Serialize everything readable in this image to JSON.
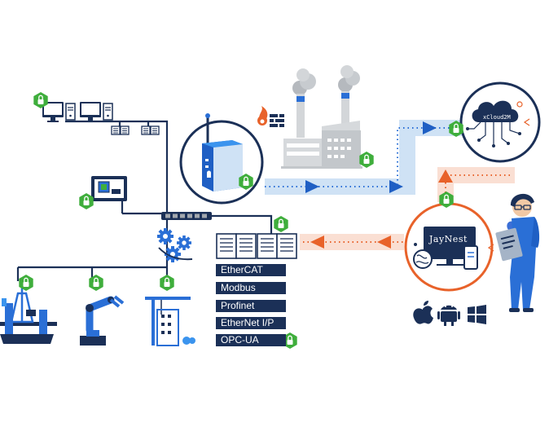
{
  "protocols": [
    "EtherCAT",
    "Modbus",
    "Profinet",
    "EtherNet I/P",
    "OPC-UA"
  ],
  "cloud": {
    "label": "xCloud2M"
  },
  "client": {
    "label": "JayNest"
  },
  "platforms": [
    "apple-icon",
    "android-icon",
    "windows-icon"
  ],
  "colors": {
    "navy": "#1b3057",
    "blue": "#2a6fd6",
    "lightBlue": "#cfe2f5",
    "green": "#3fae3c",
    "orange": "#e8622a",
    "lightOrange": "#fadfd3",
    "grey": "#a3a8ae"
  }
}
